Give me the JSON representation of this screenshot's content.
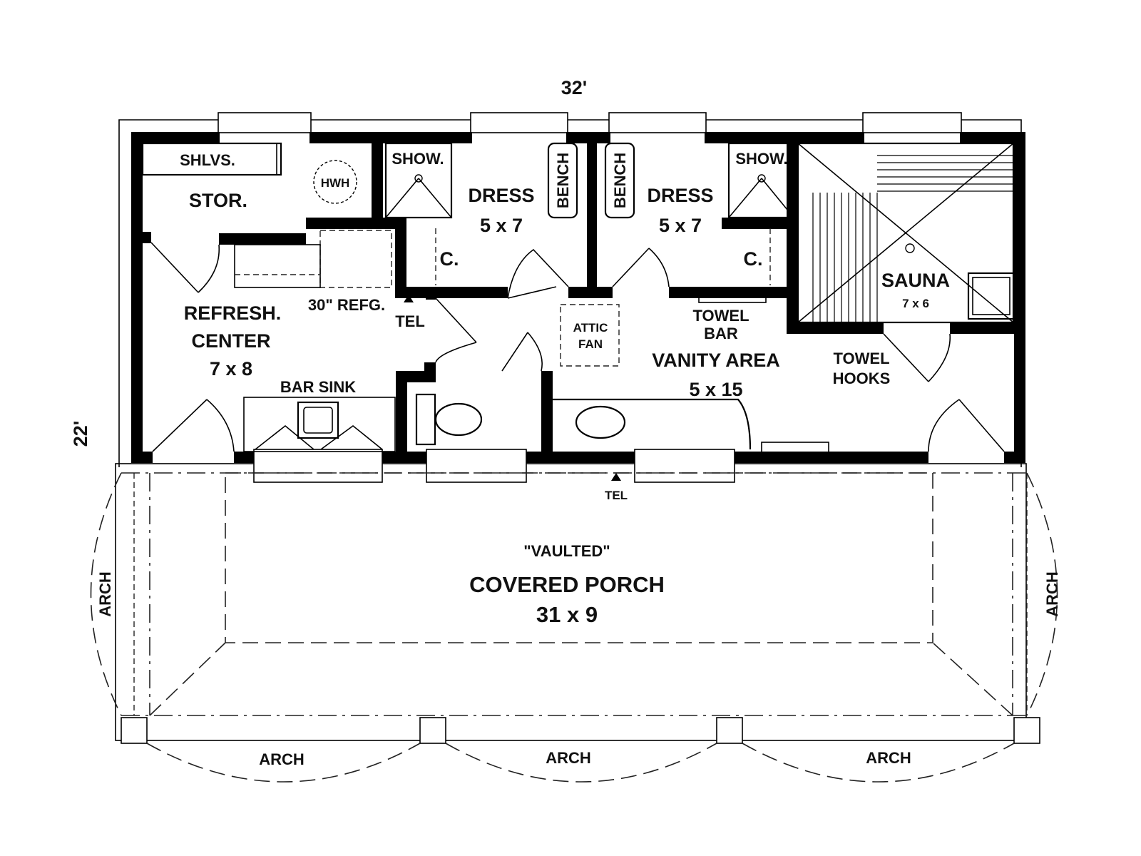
{
  "dimensions": {
    "width": "32'",
    "depth": "22'"
  },
  "rooms": {
    "storage": {
      "name": "STOR.",
      "shelves": "SHLVS.",
      "heater": "HWH"
    },
    "refresh": {
      "line1": "REFRESH.",
      "line2": "CENTER",
      "size": "7 x 8",
      "refrigerator": "30\" REFG.",
      "bar_sink": "BAR SINK"
    },
    "dress_left": {
      "name": "DRESS",
      "size": "5 x 7",
      "shower": "SHOW.",
      "closet": "C.",
      "bench": "BENCH"
    },
    "dress_right": {
      "name": "DRESS",
      "size": "5 x 7",
      "shower": "SHOW.",
      "closet": "C.",
      "bench": "BENCH"
    },
    "sauna": {
      "name": "SAUNA",
      "size": "7 x 6"
    },
    "vanity": {
      "name": "VANITY AREA",
      "size": "5 x 15",
      "attic_fan_1": "ATTIC",
      "attic_fan_2": "FAN",
      "towel_bar_1": "TOWEL",
      "towel_bar_2": "BAR",
      "towel_hooks_1": "TOWEL",
      "towel_hooks_2": "HOOKS"
    },
    "porch": {
      "note": "\"VAULTED\"",
      "name": "COVERED PORCH",
      "size": "31 x 9",
      "arch": "ARCH"
    }
  },
  "markers": {
    "tel": "TEL"
  }
}
